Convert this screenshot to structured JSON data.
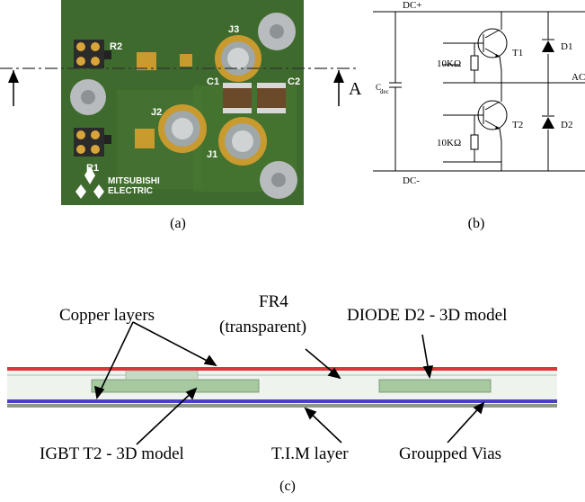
{
  "panel_a": {
    "caption": "(a)",
    "section_label": "A",
    "component_labels": {
      "r2": "R2",
      "r1": "R1",
      "j1": "J1",
      "j2": "J2",
      "j3": "J3",
      "c1": "C1",
      "c2": "C2"
    },
    "logo_text_line1": "MITSUBISHI",
    "logo_text_line2": "ELECTRIC",
    "colors": {
      "board": "#3f6a2d",
      "board_dark": "#355a26",
      "gold": "#c99a2e",
      "screw": "#b8bcbf"
    }
  },
  "panel_b": {
    "caption": "(b)",
    "dc_plus": "DC+",
    "dc_minus": "DC-",
    "ac": "AC",
    "cap_label_c": "C",
    "cap_label_sub": "dec",
    "t1": "T1",
    "t2": "T2",
    "d1": "D1",
    "d2": "D2",
    "r_top": "10KΩ",
    "r_bottom": "10KΩ"
  },
  "panel_c": {
    "caption": "(c)",
    "labels": {
      "copper_layers": "Copper layers",
      "fr4_line1": "FR4",
      "fr4_line2": "(transparent)",
      "diode": "DIODE D2 - 3D model",
      "igbt": "IGBT T2 - 3D model",
      "tim": "T.I.M layer",
      "vias": "Groupped Vias"
    },
    "colors": {
      "copper_top": "#e0343a",
      "copper_bottom": "#4b3fc2",
      "chip": "#a6c9a0",
      "tim": "#8a9a86"
    }
  }
}
